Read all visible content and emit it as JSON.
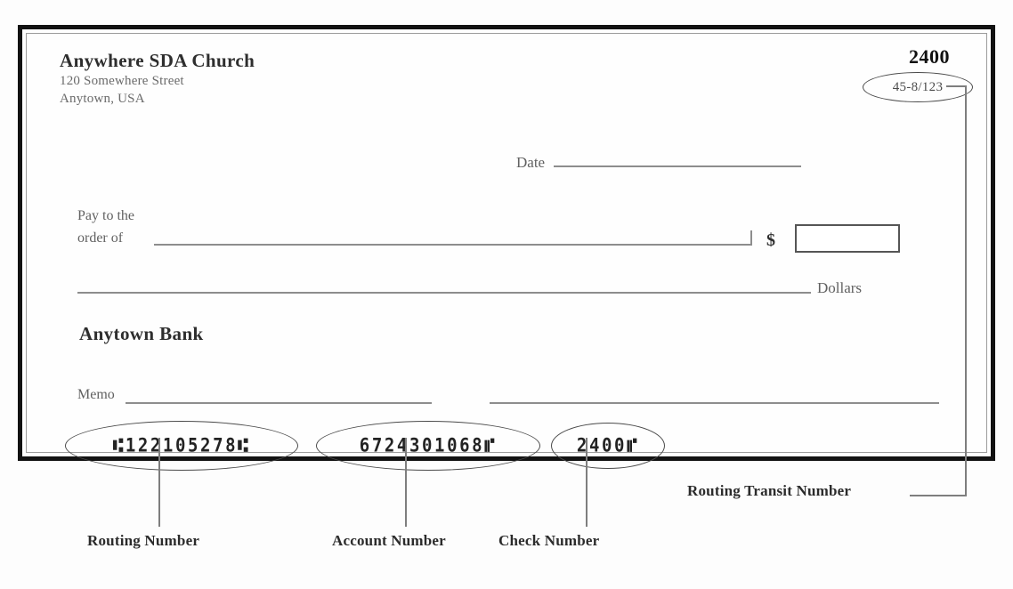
{
  "check": {
    "payer": {
      "name": "Anywhere SDA Church",
      "address_line1": "120 Somewhere Street",
      "address_line2": "Anytown, USA"
    },
    "check_number": "2400",
    "routing_transit_fraction": "45-8/123",
    "date_label": "Date",
    "date_value": "",
    "pay_to_line1": "Pay to the",
    "pay_to_line2": "order of",
    "payee_value": "",
    "currency_symbol": "$",
    "amount_value": "",
    "dollars_label": "Dollars",
    "amount_words_value": "",
    "bank_name": "Anytown Bank",
    "memo_label": "Memo",
    "memo_value": "",
    "signature_value": "",
    "micr": {
      "routing_number": "⑆122105278⑆",
      "account_number": "6724301068⑈",
      "check_number": "2400⑈"
    }
  },
  "callouts": {
    "routing_number": "Routing Number",
    "account_number": "Account Number",
    "check_number": "Check Number",
    "routing_transit_number": "Routing Transit Number"
  },
  "colors": {
    "frame_border": "#121212",
    "inner_border": "#9c9c9c",
    "rule": "#8d8d8d",
    "ellipse": "#4a4a4a",
    "leader": "#7e7e7e",
    "text_dark": "#2e2e2e",
    "text_muted": "#616161",
    "background": "#fdfdfd"
  }
}
